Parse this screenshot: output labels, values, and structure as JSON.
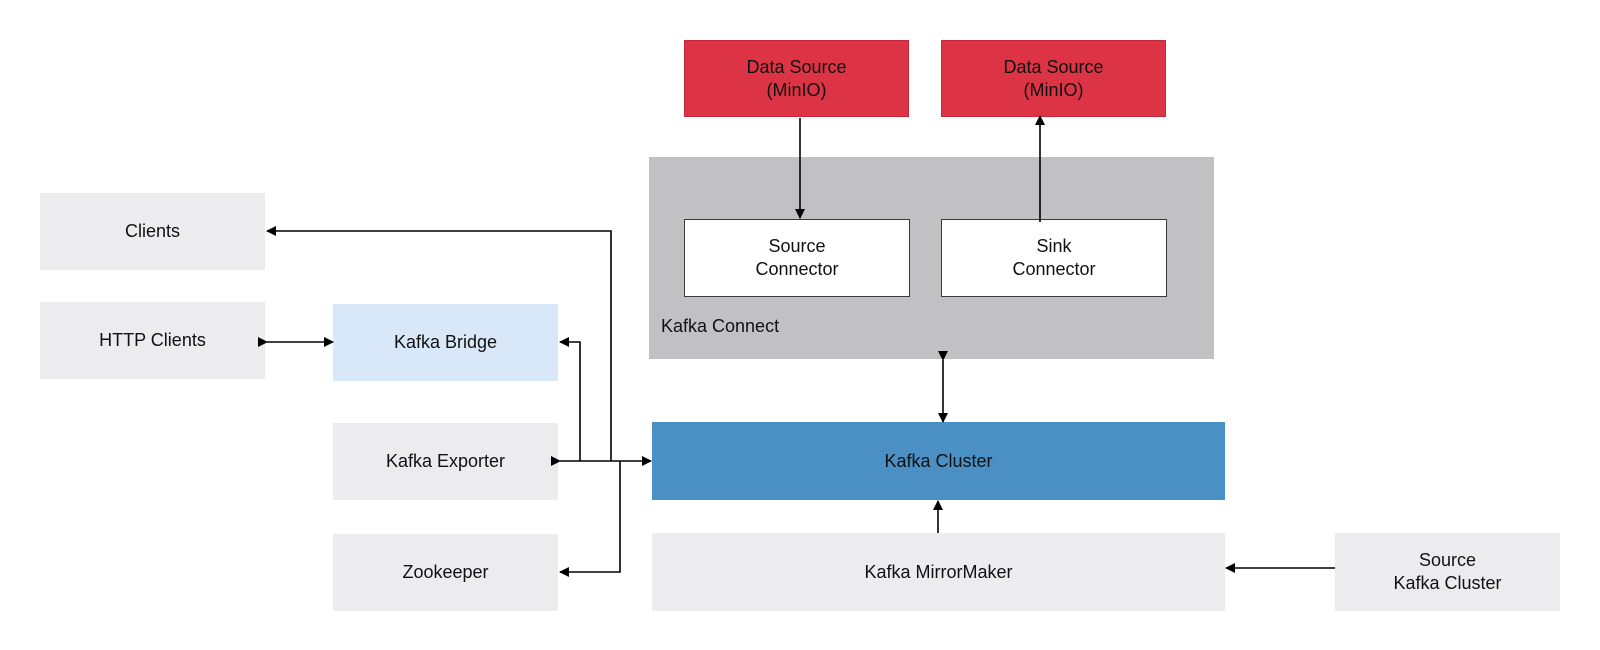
{
  "boxes": {
    "clients": "Clients",
    "http_clients": "HTTP Clients",
    "kafka_bridge": "Kafka Bridge",
    "kafka_exporter": "Kafka Exporter",
    "zookeeper": "Zookeeper",
    "data_source_in": "Data Source\n(MinIO)",
    "data_source_out": "Data Source\n(MinIO)",
    "source_connector": "Source\nConnector",
    "sink_connector": "Sink\nConnector",
    "kafka_cluster": "Kafka Cluster",
    "kafka_mirrormaker": "Kafka MirrorMaker",
    "source_kafka_cluster": "Source\nKafka Cluster"
  },
  "groups": {
    "kafka_connect": "Kafka Connect"
  },
  "colors": {
    "data_source": "#dc3444",
    "kafka_cluster": "#4a90c4",
    "kafka_bridge": "#d9e8f8",
    "kafka_connect": "#c1c0c3",
    "component": "#ececee",
    "connector": "#ffffff",
    "wire": "#000000"
  }
}
